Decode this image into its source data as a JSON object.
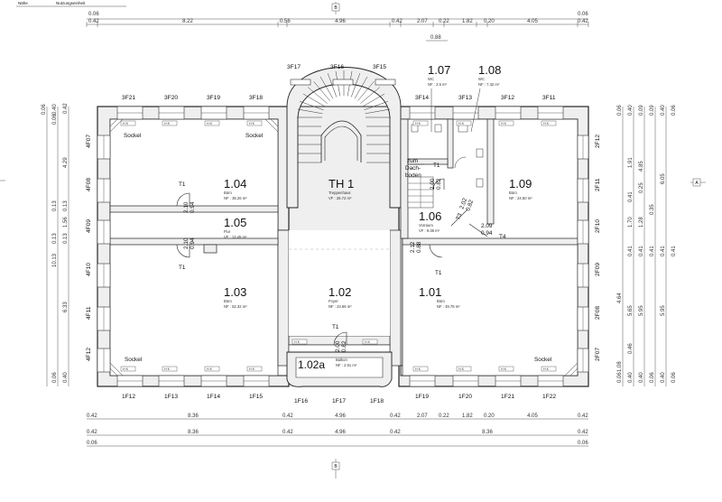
{
  "header": {
    "left_label": "Nähe",
    "sheet_label": "Nutzungseinheit",
    "section_marker": "B",
    "side_marker": "A"
  },
  "dims": {
    "top_outer": [
      "0.06",
      "0.06"
    ],
    "top_row1": [
      "0.42",
      "8.22",
      "0.56",
      "4.96",
      "0.42",
      "2.07",
      "0.22",
      "1.82",
      "0.20",
      "4.05",
      "0.42"
    ],
    "top_sub": "0.88",
    "bottom_row1": [
      "0.42",
      "8.36",
      "0.42",
      "4.96",
      "0.42",
      "2.07",
      "0.22",
      "1.82",
      "0.20",
      "4.05",
      "0.42"
    ],
    "bottom_row2": [
      "0.42",
      "8.36",
      "0.42",
      "4.96",
      "0.42",
      "8.36",
      "0.42"
    ],
    "bottom_outer": [
      "0.06",
      "0.06"
    ],
    "left_outer": [
      "0.06",
      "0.40",
      "0.06"
    ],
    "left_inner": [
      "0.42",
      "4.29",
      "0.13",
      "1.56",
      "0.13",
      "6.33",
      "0.40",
      "0.06"
    ],
    "left_total": "10.13",
    "left_mid": "0.13",
    "right_a": [
      "0.40",
      "0.06",
      "1.91",
      "0.25",
      "0.41",
      "1.70",
      "1.28",
      "0.41",
      "0.41",
      "4.64",
      "1.08",
      "0.46",
      "0.40",
      "0.06"
    ],
    "right_b": [
      "0.09",
      "0.09",
      "4.85",
      "0.35",
      "0.41",
      "0.41",
      "5.65",
      "5.95",
      "0.40",
      "0.06"
    ],
    "right_c": [
      "0.40",
      "0.06",
      "6.05",
      "0.41",
      "5.95",
      "0.40",
      "0.06"
    ]
  },
  "windows": {
    "top": [
      "3F21",
      "3F20",
      "3F19",
      "3F18",
      "3F14",
      "3F13",
      "3F12",
      "3F11"
    ],
    "stair": [
      "3F17",
      "3F16",
      "3F15"
    ],
    "bottom": [
      "1F12",
      "1F13",
      "1F14",
      "1F15",
      "1F16",
      "1F17",
      "1F18",
      "1F19",
      "1F20",
      "1F21",
      "1F22"
    ],
    "left": [
      "4F07",
      "4F08",
      "4F09",
      "4F10",
      "4F11",
      "4F12"
    ],
    "right": [
      "2F12",
      "2F11",
      "2F10",
      "2F09",
      "2F08",
      "2F07"
    ]
  },
  "rooms": [
    {
      "num": "1.07",
      "use": "WC",
      "area": "NF : 2.5 m²"
    },
    {
      "num": "1.08",
      "use": "WC",
      "area": "NF : 7.32 m²"
    },
    {
      "num": "1.04",
      "use": "Büro",
      "area": "NF : 35.26 m²"
    },
    {
      "num": "TH 1",
      "use": "Treppenhaus",
      "area": "VF : 26.72 m²"
    },
    {
      "num": "1.09",
      "use": "Büro",
      "area": "NF : 24.50 m²"
    },
    {
      "num": "1.05",
      "use": "Flur",
      "area": "VF : 13.45 m²"
    },
    {
      "num": "1.06",
      "use": "Vorraum",
      "area": "VF : 9.38 m²"
    },
    {
      "num": "1.03",
      "use": "Büro",
      "area": "NF : 52.32 m²"
    },
    {
      "num": "1.02",
      "use": "Foyer",
      "area": "NF : 23.66 m²"
    },
    {
      "num": "1.01",
      "use": "Büro",
      "area": "NF : 49.78 m²"
    },
    {
      "num": "1.02a",
      "use": "Balkon",
      "area": "NF : 2.61 m²"
    }
  ],
  "labels": {
    "sockel": "Sockel",
    "hk": "H K",
    "zum_line1": "zum",
    "zum_line2": "Dach-",
    "zum_line3": "boden"
  },
  "doors": [
    {
      "tag": "T1",
      "w": "2.10",
      "h": "0.94"
    },
    {
      "tag": "T1",
      "w": "2.10",
      "h": "0.94"
    },
    {
      "tag": "T1",
      "w": "2.00",
      "h": "0.82"
    },
    {
      "tag": "T1",
      "w": "2.12",
      "h": "0.88"
    },
    {
      "tag": "T1",
      "w": "2.00",
      "h": "0.82"
    },
    {
      "tag": "T3",
      "w": "2.02",
      "h": "0.82"
    },
    {
      "tag": "T4",
      "w": "2.09",
      "h": "0.94"
    }
  ]
}
